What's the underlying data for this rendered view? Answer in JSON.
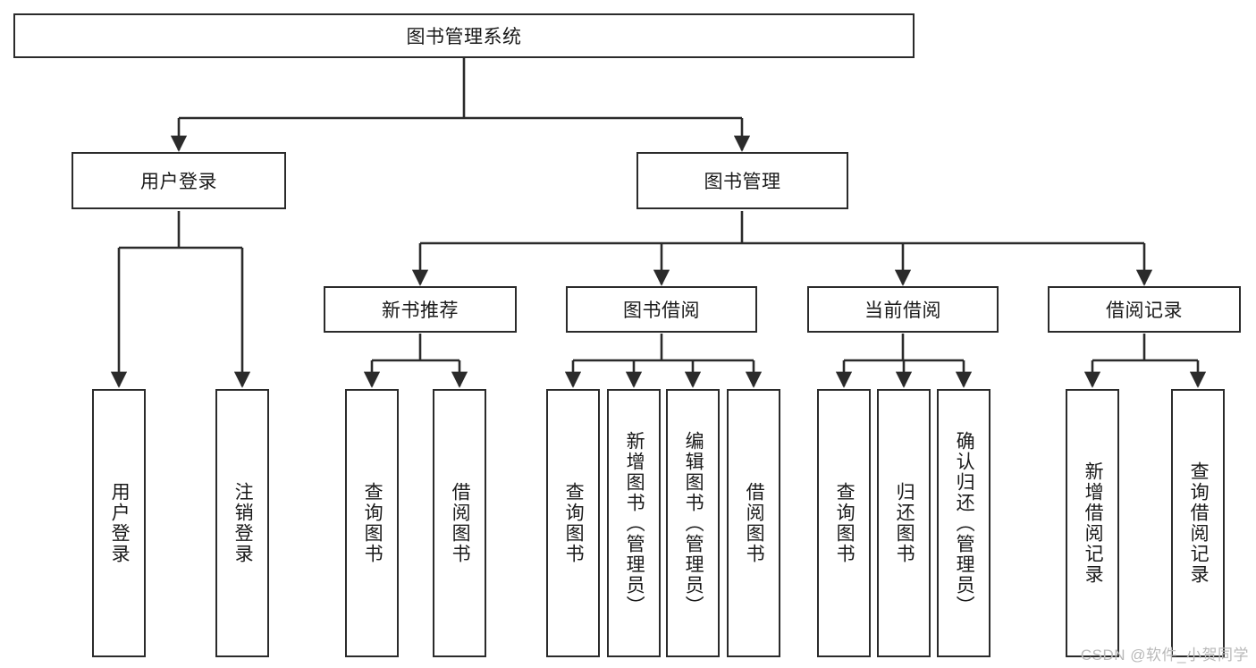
{
  "diagram": {
    "type": "tree",
    "title": "图书管理系统",
    "levels": {
      "root": {
        "label": "图书管理系统"
      },
      "level2": [
        {
          "label": "用户登录"
        },
        {
          "label": "图书管理"
        }
      ],
      "level3": [
        {
          "label": "新书推荐"
        },
        {
          "label": "图书借阅"
        },
        {
          "label": "当前借阅"
        },
        {
          "label": "借阅记录"
        }
      ],
      "leaves": [
        {
          "label": "用户登录",
          "parent": "用户登录"
        },
        {
          "label": "注销登录",
          "parent": "用户登录"
        },
        {
          "label": "查询图书",
          "parent": "新书推荐"
        },
        {
          "label": "借阅图书",
          "parent": "新书推荐"
        },
        {
          "label": "查询图书",
          "parent": "图书借阅"
        },
        {
          "label": "新增图书（管理员）",
          "parent": "图书借阅"
        },
        {
          "label": "编辑图书（管理员）",
          "parent": "图书借阅"
        },
        {
          "label": "借阅图书",
          "parent": "图书借阅"
        },
        {
          "label": "查询图书",
          "parent": "当前借阅"
        },
        {
          "label": "归还图书",
          "parent": "当前借阅"
        },
        {
          "label": "确认归还（管理员）",
          "parent": "当前借阅"
        },
        {
          "label": "新增借阅记录",
          "parent": "借阅记录"
        },
        {
          "label": "查询借阅记录",
          "parent": "借阅记录"
        }
      ]
    },
    "colors": {
      "stroke": "#2b2b2b",
      "fill": "#ffffff",
      "text": "#1a1a1a",
      "watermark": "#b9b9b9"
    }
  },
  "watermark": {
    "text": "CSDN @软件_小贺同学"
  }
}
